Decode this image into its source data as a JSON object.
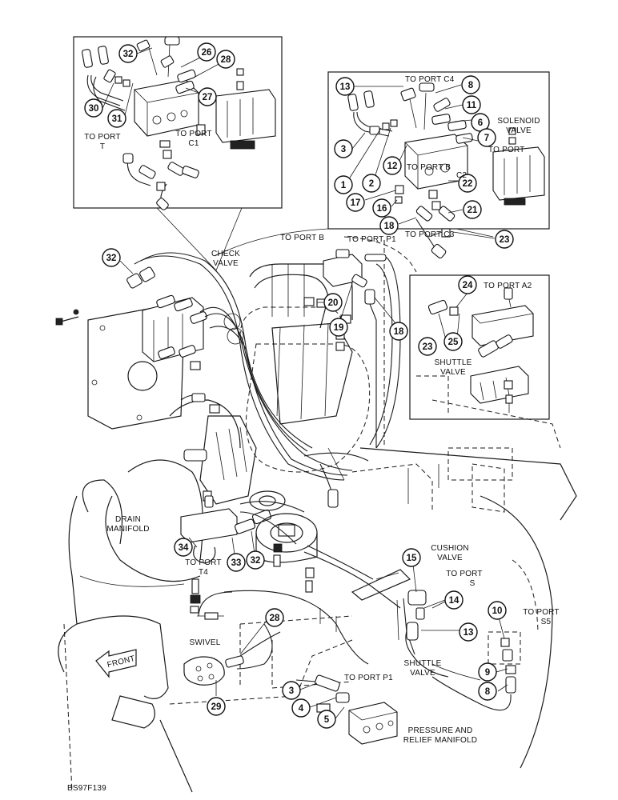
{
  "figure_code": "BS97F139",
  "labels": {
    "to_port_t": [
      "TO PORT",
      "T"
    ],
    "to_port_c1": [
      "TO PORT",
      "C1"
    ],
    "to_port_c4": "TO PORT C4",
    "solenoid_valve": [
      "SOLENOID",
      "VALVE"
    ],
    "to_port_c2": [
      "TO PORT B",
      "C2"
    ],
    "to_port_top_right": "TO PORT",
    "to_port_p1_top": "TO PORT P1",
    "to_port_c3": "TO PORT C3",
    "to_port_b": "TO PORT B",
    "check_valve": [
      "CHECK",
      "VALVE"
    ],
    "to_port_a2": "TO PORT A2",
    "shuttle_valve_right": [
      "SHUTTLE",
      "VALVE"
    ],
    "drain_manifold": [
      "DRAIN",
      "MANIFOLD"
    ],
    "to_port_t4": [
      "TO PORT",
      "T4"
    ],
    "cushion_valve": [
      "CUSHION",
      "VALVE"
    ],
    "to_port_s": [
      "TO PORT",
      "S"
    ],
    "to_port_s5": [
      "TO PORT",
      "S5"
    ],
    "swivel": "SWIVEL",
    "front": "FRONT",
    "shuttle_valve_bottom": [
      "SHUTTLE",
      "VALVE"
    ],
    "to_port_p1_bottom": "TO PORT P1",
    "pressure_relief": [
      "PRESSURE AND",
      "RELIEF MANIFOLD"
    ]
  },
  "callouts": [
    "32",
    "26",
    "28",
    "30",
    "31",
    "27",
    "13",
    "8",
    "11",
    "6",
    "7",
    "3",
    "12",
    "1",
    "2",
    "22",
    "17",
    "16",
    "21",
    "18",
    "23",
    "32",
    "20",
    "19",
    "18",
    "24",
    "23",
    "25",
    "34",
    "33",
    "32",
    "28",
    "15",
    "14",
    "13",
    "10",
    "9",
    "8",
    "3",
    "4",
    "5",
    "29"
  ]
}
